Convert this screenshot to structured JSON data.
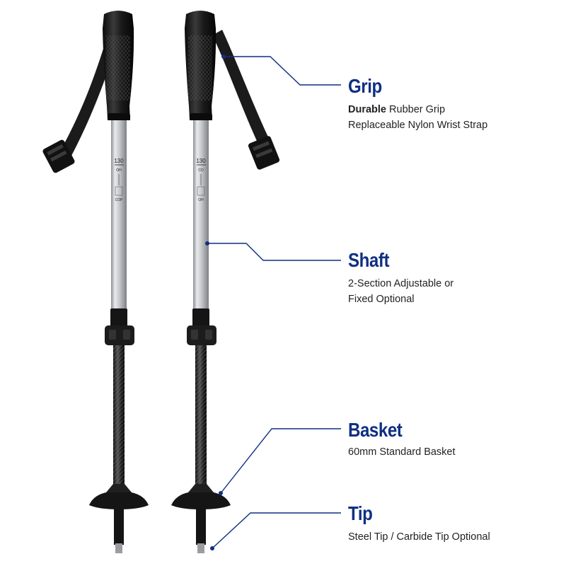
{
  "colors": {
    "accent": "#0f2f82",
    "shaft": "#c8cacc",
    "handle": "#151515"
  },
  "callouts": {
    "grip": {
      "title": "Grip",
      "line1_bold": "Durable",
      "line1_rest": " Rubber Grip",
      "line2": "Replaceable Nylon Wrist Strap"
    },
    "shaft": {
      "title": "Shaft",
      "line1": "2-Section Adjustable or",
      "line2": "Fixed Optional"
    },
    "basket": {
      "title": "Basket",
      "line1": "60mm Standard Basket"
    },
    "tip": {
      "title": "Tip",
      "line1": "Steel Tip / Carbide Tip Optional"
    }
  },
  "pole_markings": {
    "length": "130",
    "left_label_top": "OH",
    "left_label_bottom": "COP",
    "right_label_top": "CO",
    "right_label_bottom": "OH"
  }
}
